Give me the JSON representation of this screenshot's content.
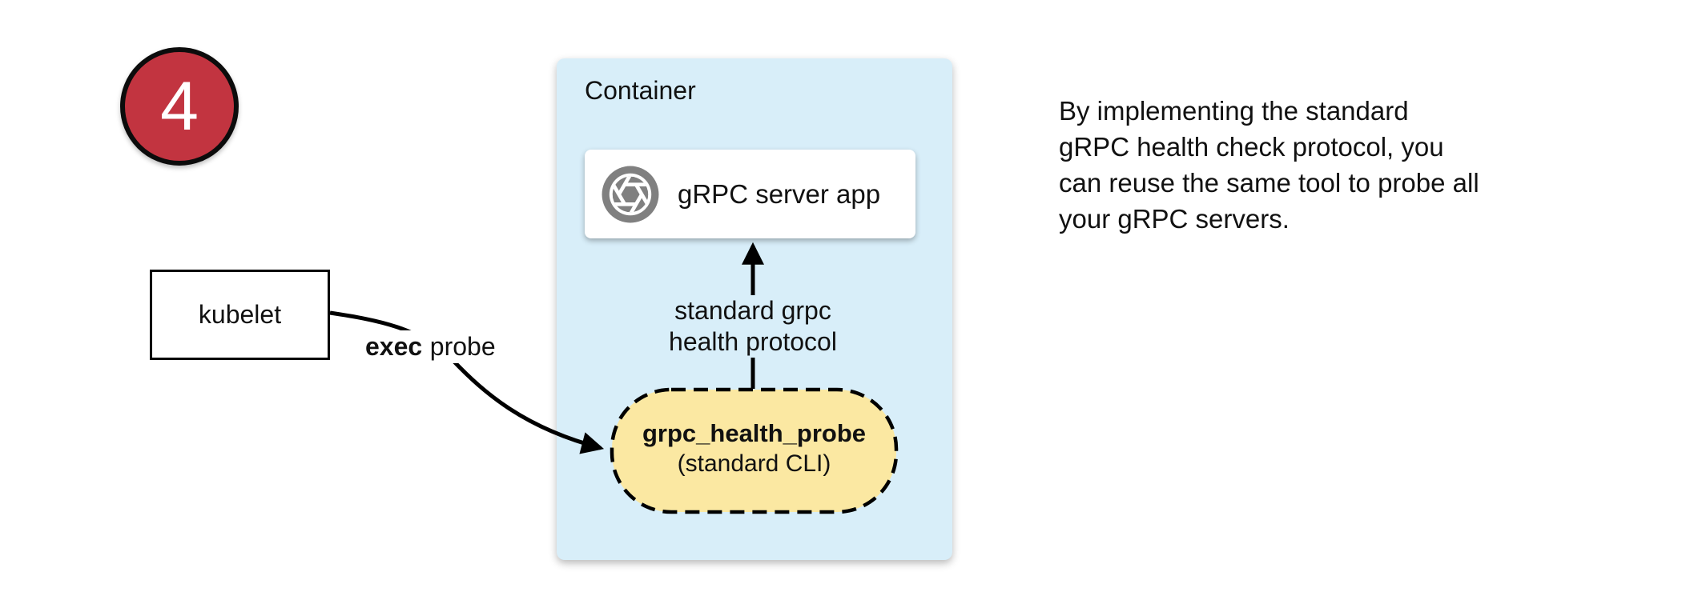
{
  "step_badge": {
    "number": "4"
  },
  "kubelet_box": {
    "label": "kubelet"
  },
  "exec_probe_label": {
    "bold": "exec",
    "rest": "probe"
  },
  "container": {
    "title": "Container"
  },
  "grpc_server_box": {
    "label": "gRPC server app",
    "icon": "grpc-aperture-icon"
  },
  "health_protocol_label": {
    "lines": [
      "standard grpc",
      "health protocol"
    ]
  },
  "probe_pill": {
    "title": "grpc_health_probe",
    "subtitle": "(standard CLI)"
  },
  "note": {
    "lines": [
      "By implementing the standard",
      "gRPC health check protocol, you",
      "can reuse the same tool to probe all",
      "your gRPC servers."
    ]
  },
  "colors": {
    "badge_red": "#C23440",
    "container_blue": "#D8EEF9",
    "probe_yellow": "#FBE8A2",
    "icon_gray": "#808080",
    "line_black": "#000000"
  }
}
